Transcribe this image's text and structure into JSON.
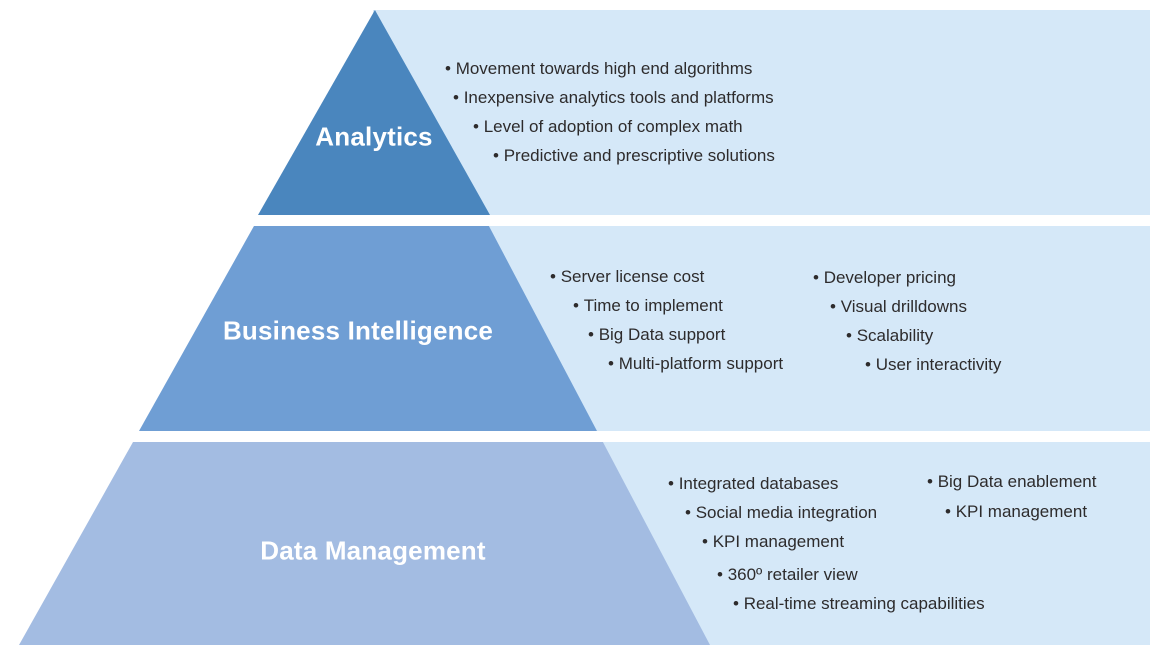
{
  "diagram": {
    "type": "three-tier-pyramid",
    "colors": {
      "tier1_fill": "#4a86be",
      "tier2_fill": "#6f9ed4",
      "tier3_fill": "#a3bce2",
      "panel_fill": "#d5e8f8",
      "label_text": "#ffffff",
      "bullet_text": "#2d2b2c"
    },
    "tiers": [
      {
        "label": "Analytics",
        "bullets": [
          "Movement towards high end algorithms",
          "Inexpensive analytics tools and platforms",
          "Level of adoption of complex math",
          "Predictive and prescriptive solutions"
        ]
      },
      {
        "label": "Business Intelligence",
        "columns": [
          [
            "Server license cost",
            "Time to implement",
            "Big Data support",
            "Multi-platform support"
          ],
          [
            "Developer pricing",
            "Visual drilldowns",
            "Scalability",
            "User interactivity"
          ]
        ]
      },
      {
        "label": "Data Management",
        "columns": [
          [
            "Integrated databases",
            "Social media integration",
            "KPI management",
            "360º retailer view",
            "Real-time streaming capabilities"
          ],
          [
            "Big Data enablement",
            "KPI management"
          ]
        ]
      }
    ]
  }
}
